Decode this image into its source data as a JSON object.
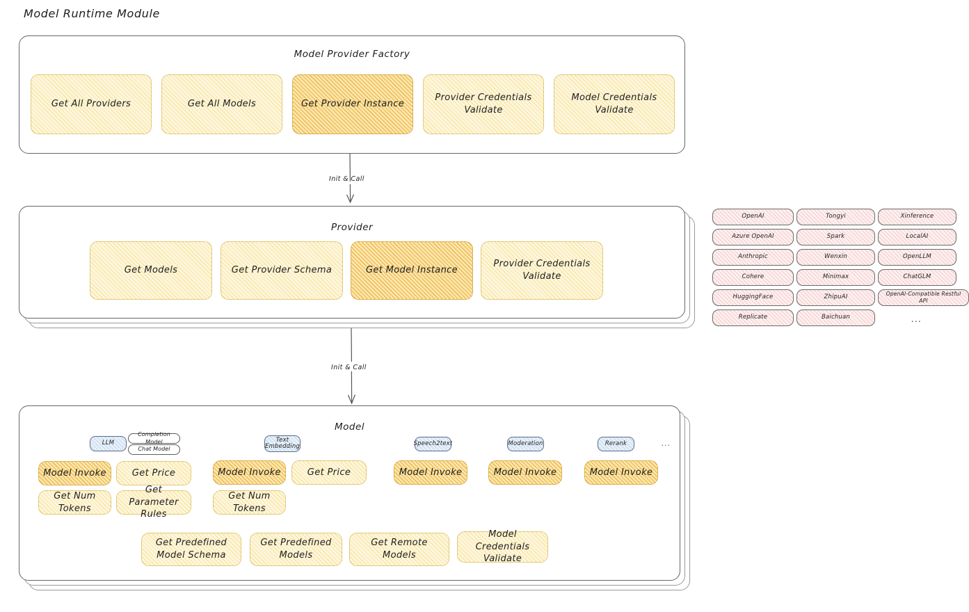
{
  "page": {
    "title": "Model Runtime Module",
    "background": "#ffffff",
    "accent_yellow": "#fdf6dd",
    "accent_amber": "#fbe7b4",
    "accent_pink": "#fdf0f0",
    "accent_blue": "#e7f0f8"
  },
  "factory": {
    "title": "Model Provider Factory",
    "nodes": [
      {
        "label": "Get All Providers",
        "highlight": false
      },
      {
        "label": "Get All Models",
        "highlight": false
      },
      {
        "label": "Get Provider Instance",
        "highlight": true
      },
      {
        "label": "Provider Credentials Validate",
        "highlight": false
      },
      {
        "label": "Model Credentials Validate",
        "highlight": false
      }
    ]
  },
  "arrow1": {
    "label": "Init & Call"
  },
  "provider": {
    "title": "Provider",
    "nodes": [
      {
        "label": "Get Models",
        "highlight": false
      },
      {
        "label": "Get Provider Schema",
        "highlight": false
      },
      {
        "label": "Get Model Instance",
        "highlight": true
      },
      {
        "label": "Provider Credentials Validate",
        "highlight": false
      }
    ]
  },
  "provider_list": {
    "columns": [
      [
        "OpenAI",
        "Azure OpenAI",
        "Anthropic",
        "Cohere",
        "HuggingFace",
        "Replicate"
      ],
      [
        "Tongyi",
        "Spark",
        "Wenxin",
        "Minimax",
        "ZhipuAI",
        "Baichuan"
      ],
      [
        "Xinference",
        "LocalAI",
        "OpenLLM",
        "ChatGLM",
        "OpenAI-Compatible Restful API"
      ]
    ],
    "more": "..."
  },
  "arrow2": {
    "label": "Init & Call"
  },
  "model": {
    "title": "Model",
    "more": "...",
    "groups": [
      {
        "badge": "LLM",
        "badge_style": "blue",
        "sub_badges": [
          "Completion Model",
          "Chat Model"
        ],
        "nodes": [
          {
            "label": "Model Invoke",
            "highlight": true
          },
          {
            "label": "Get Price",
            "highlight": false
          },
          {
            "label": "Get Num Tokens",
            "highlight": false
          },
          {
            "label": "Get Parameter Rules",
            "highlight": false
          }
        ]
      },
      {
        "badge": "Text Embedding",
        "badge_style": "blue",
        "sub_badges": [],
        "nodes": [
          {
            "label": "Model Invoke",
            "highlight": true
          },
          {
            "label": "Get Price",
            "highlight": false
          },
          {
            "label": "Get Num Tokens",
            "highlight": false
          }
        ]
      },
      {
        "badge": "Speech2text",
        "badge_style": "blue",
        "sub_badges": [],
        "nodes": [
          {
            "label": "Model Invoke",
            "highlight": true
          }
        ]
      },
      {
        "badge": "Moderation",
        "badge_style": "blue",
        "sub_badges": [],
        "nodes": [
          {
            "label": "Model Invoke",
            "highlight": true
          }
        ]
      },
      {
        "badge": "Rerank",
        "badge_style": "blue",
        "sub_badges": [],
        "nodes": [
          {
            "label": "Model Invoke",
            "highlight": true
          }
        ]
      }
    ],
    "common_nodes": [
      {
        "label": "Get Predefined Model Schema"
      },
      {
        "label": "Get Predefined Models"
      },
      {
        "label": "Get Remote Models"
      },
      {
        "label": "Model Credentials Validate"
      }
    ]
  }
}
